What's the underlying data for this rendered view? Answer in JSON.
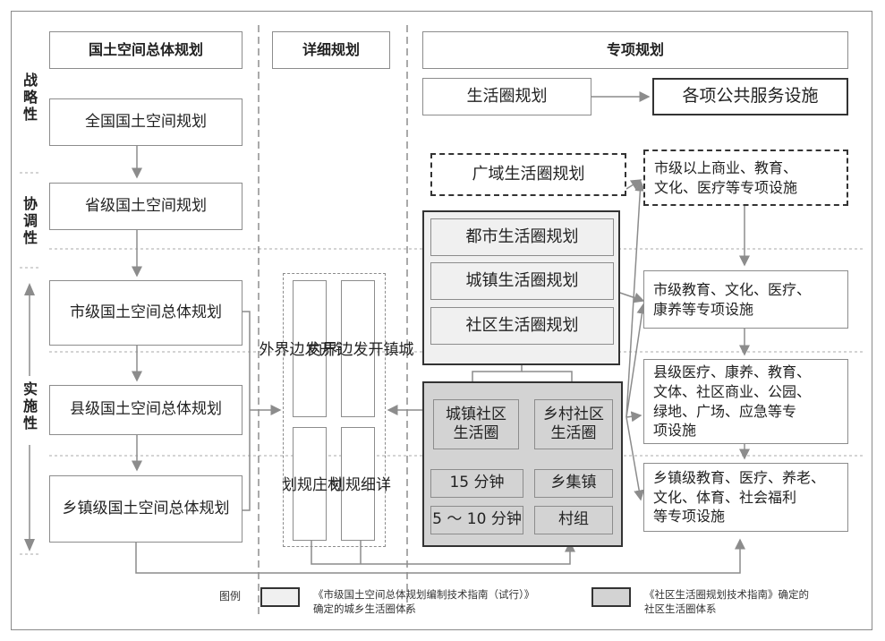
{
  "side_labels": {
    "strategic": "战\n略\n性",
    "coordinative": "协\n调\n性",
    "implementation": "实\n施\n性"
  },
  "columns": {
    "territorial": "国土空间总体规划",
    "detailed": "详细规划",
    "special": "专项规划"
  },
  "territorial_levels": [
    "全国国土空间规划",
    "省级国土空间规划",
    "市级国土空间总体规划",
    "县级国土空间总体规划",
    "乡镇级国土空间总体规划"
  ],
  "detailed_boxes": {
    "outside_boundary": "城\n镇\n开\n发\n边\n界\n外",
    "inside_boundary": "城\n镇\n开\n发\n边\n界\n内",
    "village_plan": "村\n庄\n规\n划",
    "detail_plan": "详\n细\n规\n划"
  },
  "special": {
    "life_circle_plan": "生活圈规划",
    "public_facilities": "各项公共服务设施",
    "regional_circle": "广域生活圈规划",
    "metro_circle": "都市生活圈规划",
    "town_circle": "城镇生活圈规划",
    "community_circle": "社区生活圈规划",
    "town_community": "城镇社区\n生活圈",
    "village_community": "乡村社区\n生活圈",
    "fifteen_min": "15 分钟",
    "five_ten_min": "5 ～ 10 分钟",
    "township": "乡集镇",
    "village_group": "村组"
  },
  "facilities": {
    "city_above": "市级以上商业、教育、\n文化、医疗等专项设施",
    "city": "市级教育、文化、医疗、\n康养等专项设施",
    "county": "县级医疗、康养、教育、\n文体、社区商业、公园、\n绿地、广场、应急等专\n项设施",
    "township": "乡镇级教育、医疗、养老、\n文化、体育、社会福利\n等专项设施"
  },
  "legend": {
    "title": "图例",
    "light_desc": "《市级国土空间总体规划编制技术指南（试行）》\n确定的城乡生活圈体系",
    "dark_desc": "《社区生活圈规划技术指南》确定的\n社区生活圈体系"
  },
  "colors": {
    "light_fill": "#f0f0f0",
    "dark_fill": "#d3d3d3",
    "line": "#8c8c8c"
  }
}
